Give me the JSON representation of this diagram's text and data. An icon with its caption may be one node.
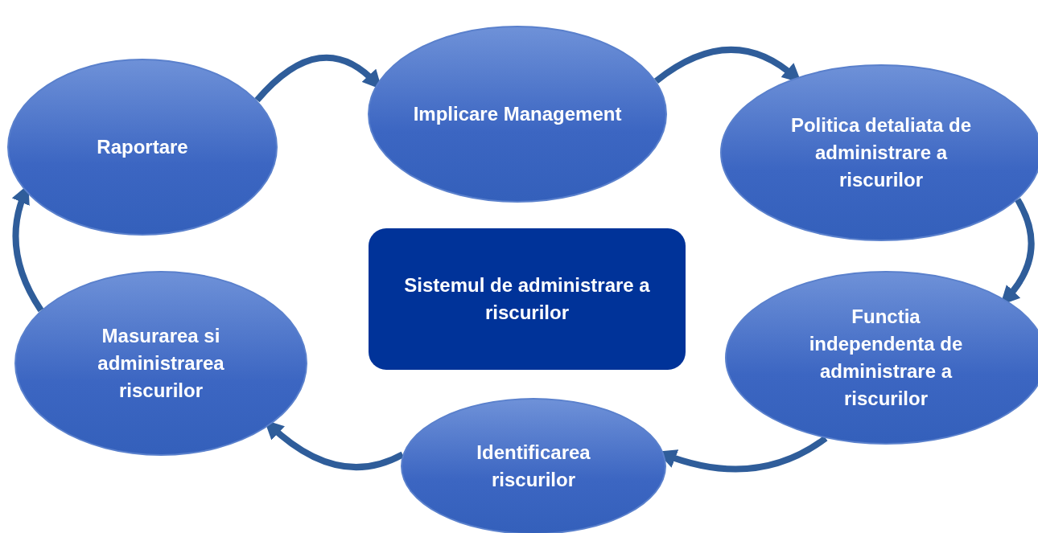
{
  "diagram": {
    "nodes": [
      {
        "text": [
          "Implicare Management"
        ]
      },
      {
        "text": [
          "Politica detaliata de administrare a riscurilor"
        ]
      },
      {
        "text": [
          "Functia independenta de administrare a riscurilor"
        ]
      },
      {
        "text": [
          "Identificarea riscurilor"
        ]
      },
      {
        "text": [
          "Masurarea si administrarea riscurilor"
        ]
      },
      {
        "text": [
          "Raportare"
        ]
      },
      {
        "text": [
          "Sistemul de administrare a riscurilor"
        ]
      }
    ],
    "edges": [
      {
        "from": 5,
        "to": 0,
        "arrow": "to"
      },
      {
        "from": 0,
        "to": 1,
        "arrow": "to"
      },
      {
        "from": 1,
        "to": 2,
        "arrow": "to"
      },
      {
        "from": 2,
        "to": 3,
        "arrow": "to"
      },
      {
        "from": 3,
        "to": 4,
        "arrow": "to"
      },
      {
        "from": 4,
        "to": 5,
        "arrow": "to"
      }
    ]
  }
}
